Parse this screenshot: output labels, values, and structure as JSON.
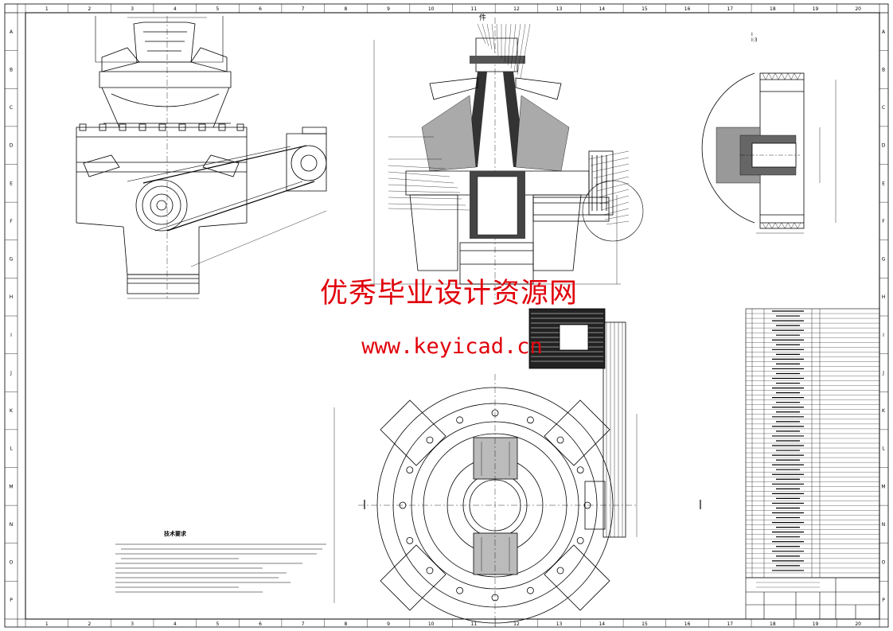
{
  "drawing": {
    "top_zones": [
      "1",
      "2",
      "3",
      "4",
      "5",
      "6",
      "7",
      "8",
      "9",
      "10",
      "11",
      "12",
      "13",
      "14",
      "15",
      "16",
      "17",
      "18",
      "19",
      "20"
    ],
    "side_zones": [
      "A",
      "B",
      "C",
      "D",
      "E",
      "F",
      "G",
      "H",
      "I",
      "J",
      "K",
      "L",
      "M",
      "N",
      "O",
      "P"
    ],
    "part_number_marker": "件",
    "section_marker": "I\nI:3",
    "tech_requirements_title": "技术要求"
  },
  "watermark": {
    "chinese_text": "优秀毕业设计资源网",
    "url_text": "www.keyicad.cn",
    "color": "#e0000a"
  },
  "colors": {
    "line": "#000000",
    "background": "#ffffff",
    "watermark": "#e0000a"
  }
}
